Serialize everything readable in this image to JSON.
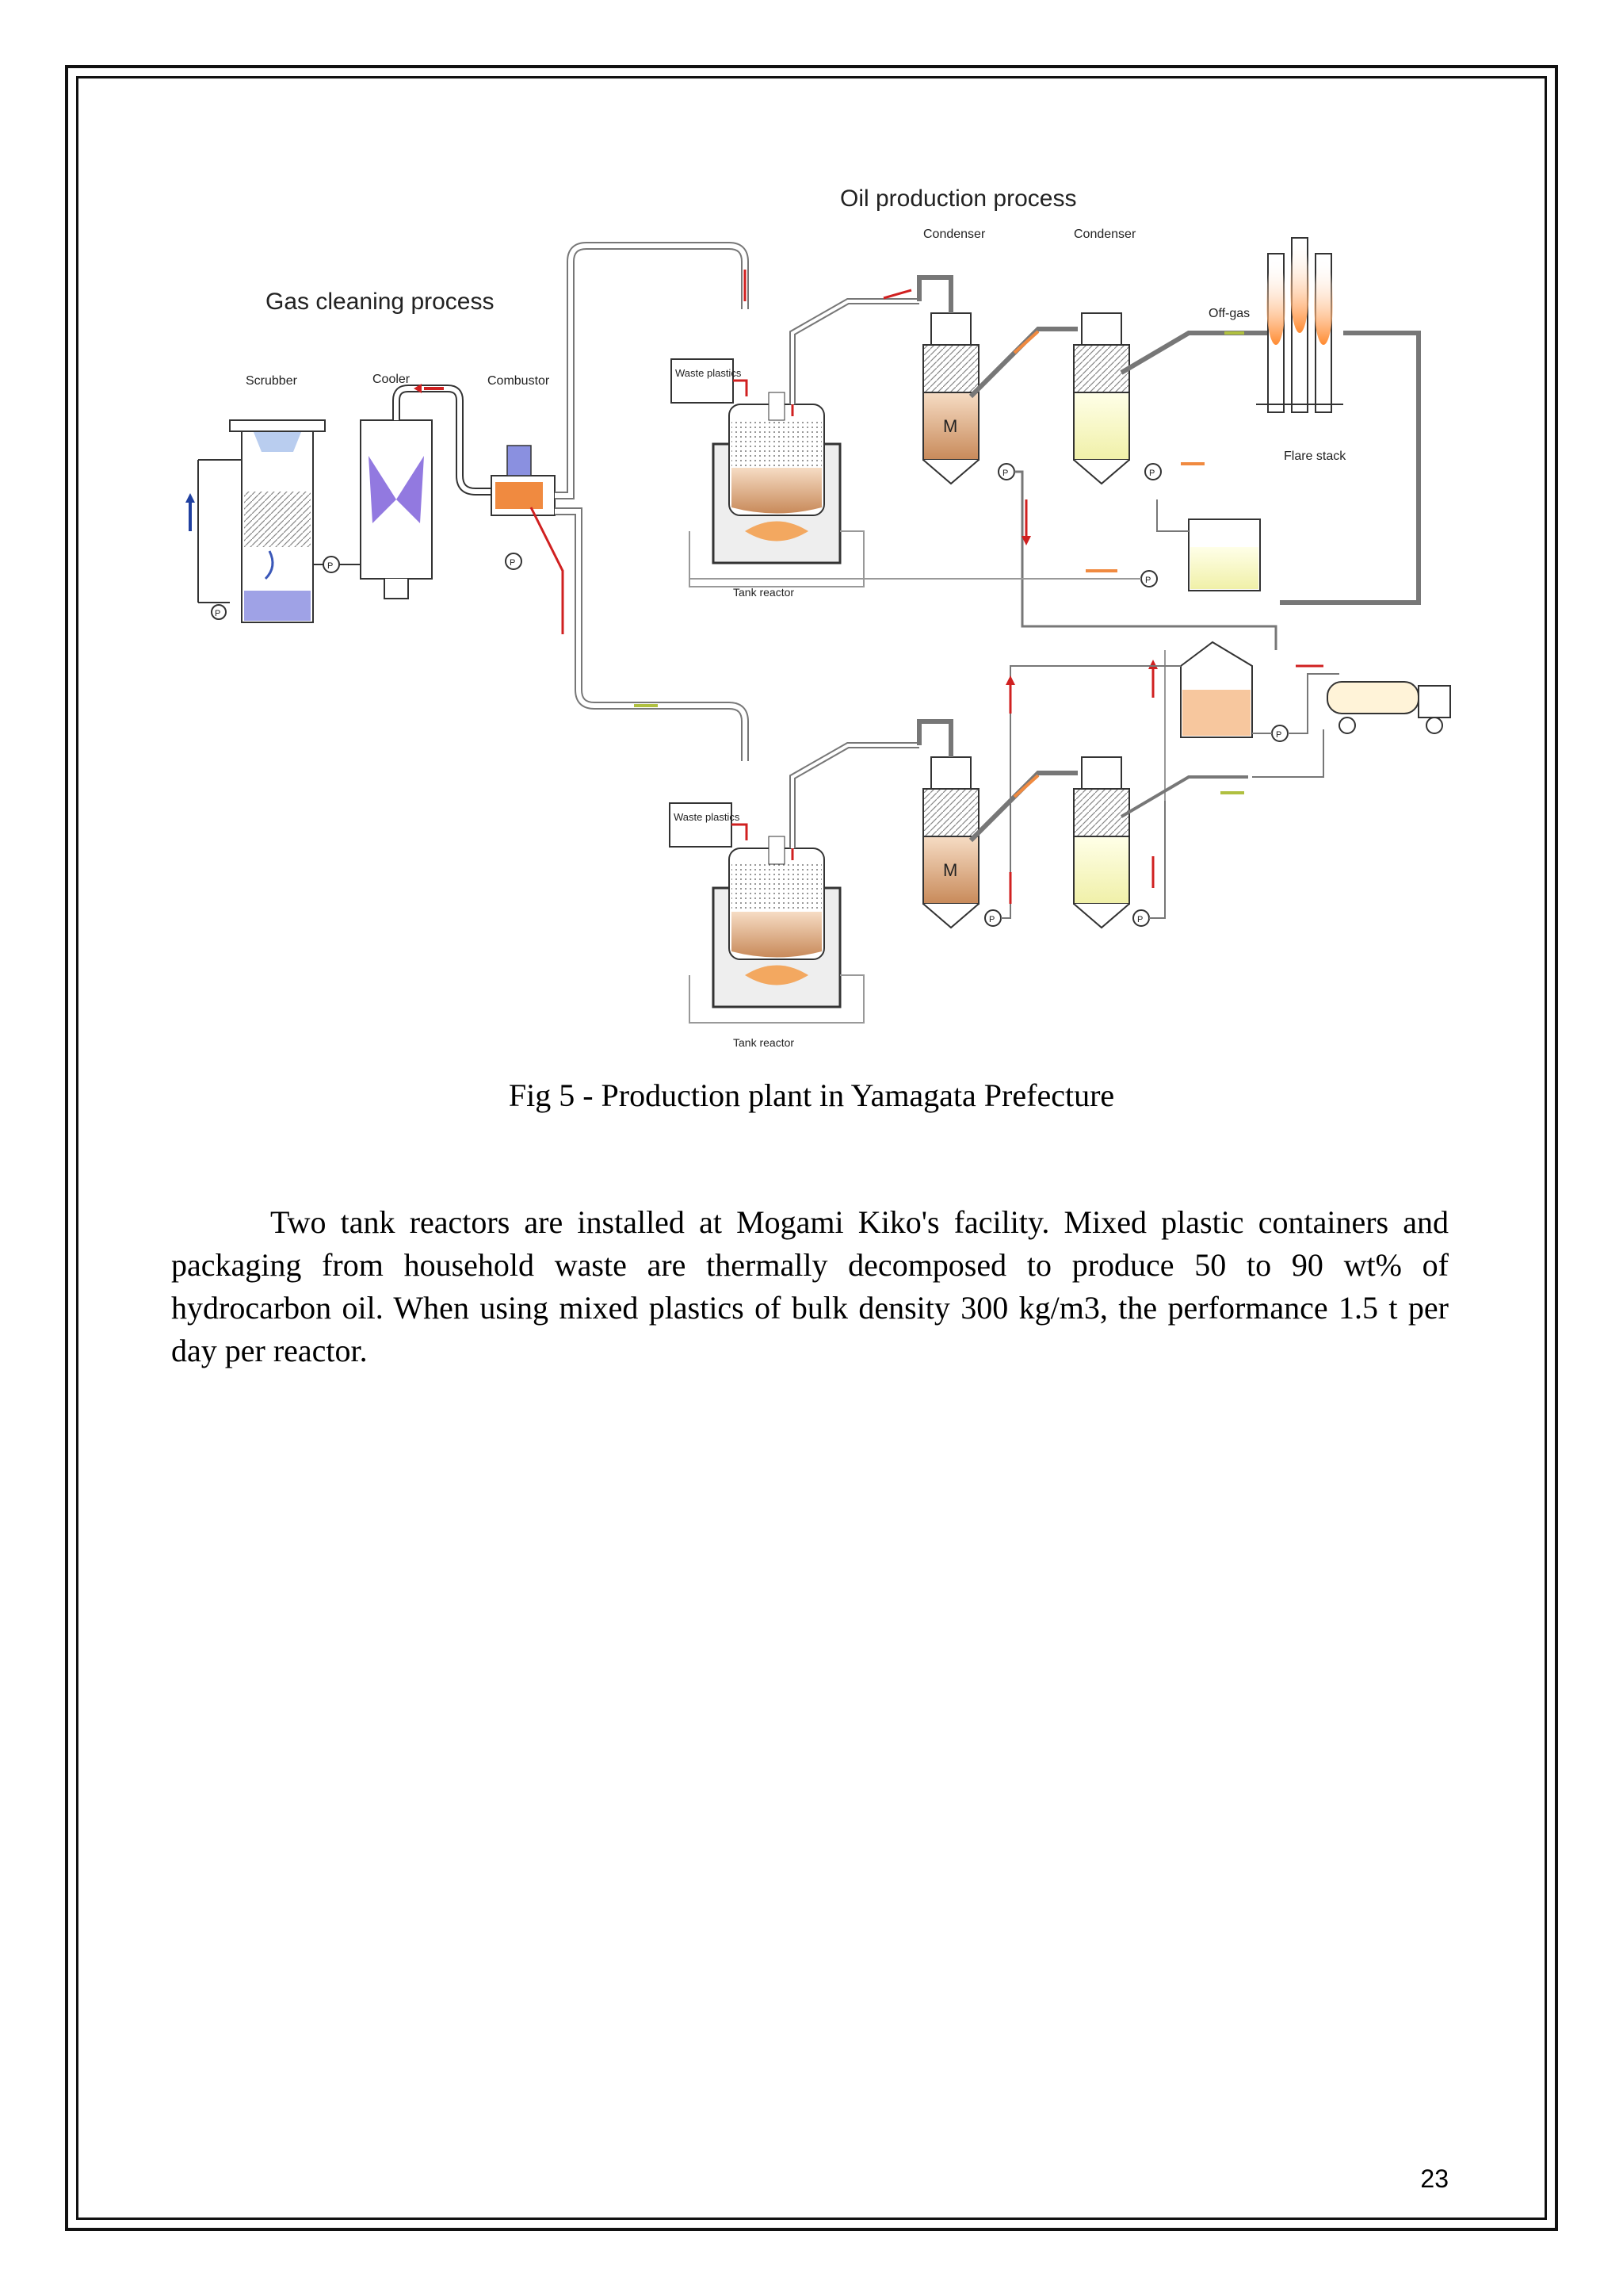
{
  "figure": {
    "labels": {
      "oil_production_process": "Oil production process",
      "gas_cleaning_process": "Gas cleaning process",
      "scrubber": "Scrubber",
      "cooler": "Cooler",
      "combustor": "Combustor",
      "condenser_1": "Condenser",
      "condenser_2": "Condenser",
      "off_gas": "Off-gas",
      "flare_stack": "Flare stack",
      "waste_plastics_1": "Waste plastics",
      "waste_plastics_2": "Waste plastics",
      "tank_reactor_1": "Tank reactor",
      "tank_reactor_2": "Tank reactor",
      "pump": "P",
      "condenser_mark": "M"
    }
  },
  "caption": "Fig 5 - Production plant in Yamagata Prefecture",
  "paragraph": "Two tank reactors are installed at Mogami Kiko's facility. Mixed plastic containers and packaging from household waste are thermally decomposed to produce 50 to 90 wt% of hydrocarbon oil. When using mixed plastics of bulk density 300 kg/m3, the performance 1.5  t per day per reactor.",
  "page_number": "23"
}
